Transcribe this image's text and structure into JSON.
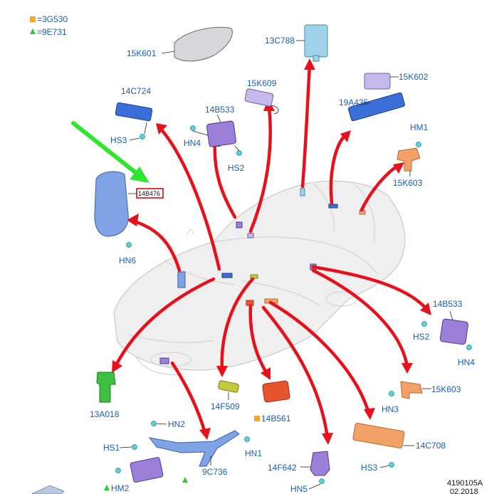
{
  "legend": {
    "items": [
      {
        "symbol": "square",
        "color": "#f5a623",
        "text": "=3G530"
      },
      {
        "symbol": "triangle",
        "color": "#2ecc2e",
        "text": "=9E731"
      }
    ]
  },
  "labels": {
    "k15K601": "15K601",
    "k13C788": "13C788",
    "k15K609": "15K609",
    "k15K602": "15K602",
    "k14C724": "14C724",
    "k14B533_top": "14B533",
    "k19A435": "19A435",
    "kHM1": "HM1",
    "kHS3_top": "HS3",
    "kHN4_top": "HN4",
    "kHS2_top": "HS2",
    "k15K603_top": "15K603",
    "kHN6": "HN6",
    "k14B533_right": "14B533",
    "kHS2_right": "HS2",
    "kHN4_right": "HN4",
    "k15K603_right": "15K603",
    "kHN3": "HN3",
    "k13A018": "13A018",
    "k14F509": "14F509",
    "k14B561": "14B561",
    "kHN2": "HN2",
    "kHS1": "HS1",
    "kHN1": "HN1",
    "k9C736": "9C736",
    "kHM2": "HM2",
    "k14F642": "14F642",
    "kHN5": "HN5",
    "k14C708": "14C708",
    "kHS3_bottom": "HS3"
  },
  "highlight_box": {
    "text": "14B476",
    "color": "#e0222a"
  },
  "footer": {
    "ref": "4190105A",
    "date": "02.2018"
  },
  "colors": {
    "arrow": "#e8111b",
    "green_arrow": "#2ee62e",
    "label": "#1a5fb4"
  }
}
